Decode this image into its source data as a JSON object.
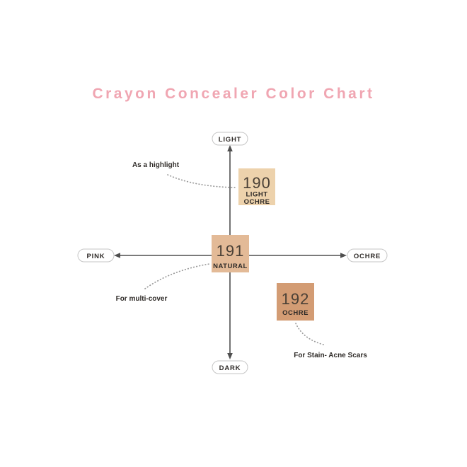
{
  "title": {
    "text": "Crayon Concealer Color Chart",
    "color": "#F0A6B2"
  },
  "axis_labels": {
    "top": "LIGHT",
    "bottom": "DARK",
    "left": "PINK",
    "right": "OCHRE"
  },
  "swatches": {
    "s190": {
      "number": "190",
      "name_line1": "LIGHT",
      "name_line2": "OCHRE",
      "color": "#EDD2AC"
    },
    "s191": {
      "number": "191",
      "name": "NATURAL",
      "color": "#E3BA97"
    },
    "s192": {
      "number": "192",
      "name": "OCHRE",
      "color": "#D39C74"
    }
  },
  "annotations": {
    "highlight": "As a highlight",
    "multi_cover": "For multi-cover",
    "stain": "For Stain- Acne Scars"
  },
  "colors": {
    "axis": "#4F4F4F",
    "dotted_line": "#9C9C9C",
    "pill_border": "#C6C6C6",
    "dark_text": "#2F2B28",
    "swatch_number_text": "#4A4036",
    "background": "#FFFFFF"
  }
}
